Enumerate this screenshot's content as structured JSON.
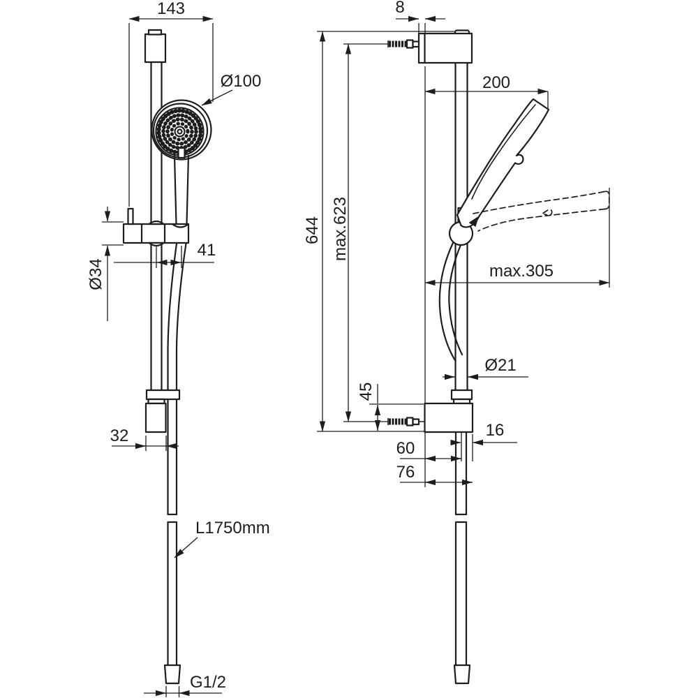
{
  "drawing": {
    "kind": "technical dimension drawing",
    "views": [
      "front view",
      "side view"
    ]
  },
  "front_view": {
    "dims": {
      "rail_offset_width": "143",
      "head_diameter": "Ø100",
      "slider_diameter": "Ø34",
      "axis_offset": "41",
      "bottom_bracket_width": "32",
      "hose_length": "L1750mm",
      "hose_thread": "G1/2"
    }
  },
  "side_view": {
    "dims": {
      "wall_plate_thickness": "8",
      "overall_height": "644",
      "max_fixing_distance": "max.623",
      "top_projection": "200",
      "max_projection": "max.305",
      "rail_diameter": "Ø21",
      "bracket_height": "45",
      "hose_axis_to_front": "16",
      "wall_to_hose_axis": "60",
      "bracket_depth": "76"
    }
  },
  "colors": {
    "line": "#1d1d1b",
    "background": "#ffffff"
  }
}
